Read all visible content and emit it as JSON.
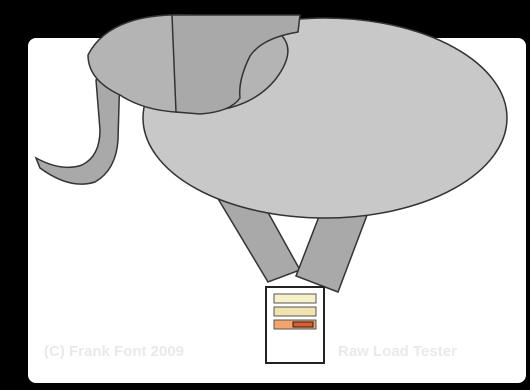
{
  "watermarks": {
    "left": "(C) Frank Font 2009",
    "right": "Raw Load Tester"
  },
  "colors": {
    "frame": "#000000",
    "panel": "#ffffff",
    "elephant_body": "#c8c8c8",
    "elephant_dark": "#a9a9a9",
    "outline": "#333333",
    "watermark": "#e9e9e9",
    "gauge_bar_pale": "#f7f1c8",
    "gauge_bar_light": "#efe3b0",
    "gauge_bar_orange": "#f2a46a",
    "gauge_fill_red": "#d9602e"
  },
  "gauge": {
    "bars": 3,
    "level": 0.5
  }
}
